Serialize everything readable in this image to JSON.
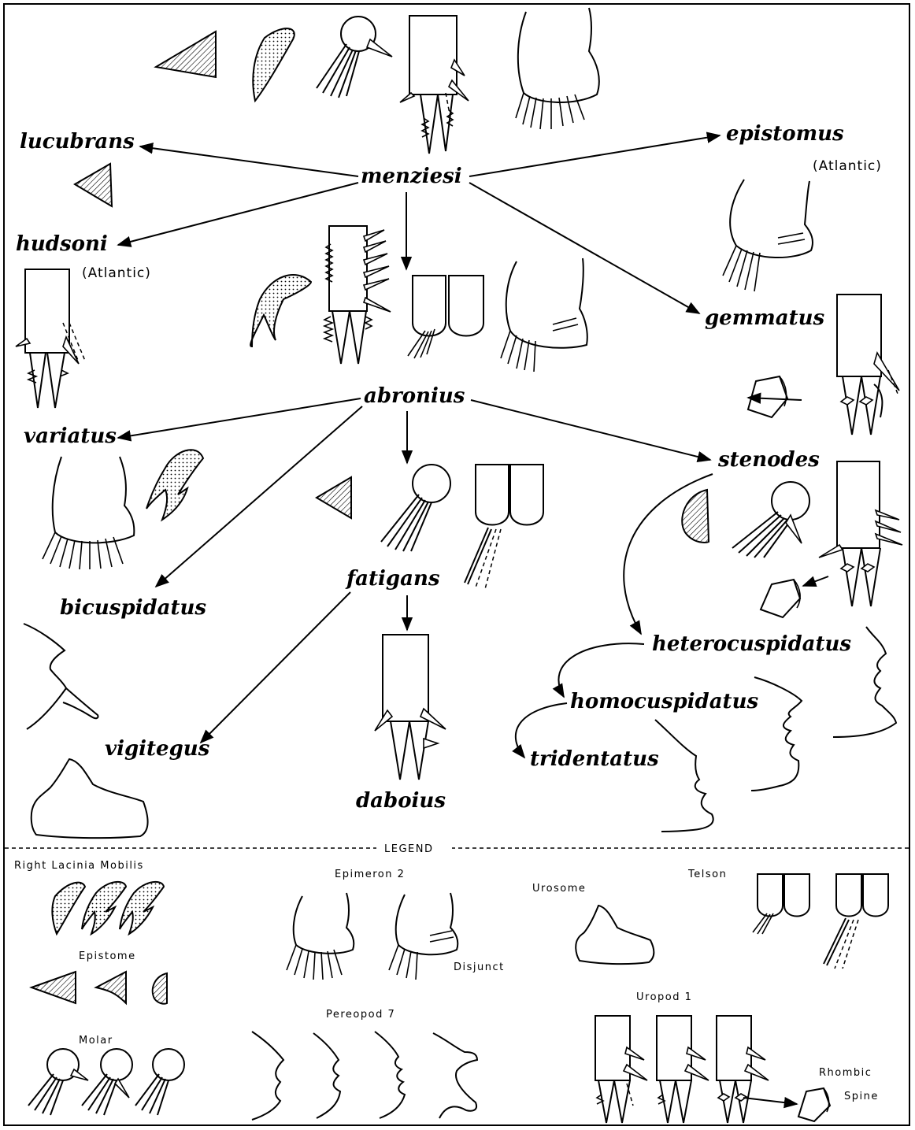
{
  "species": {
    "menziesi": "menziesi",
    "lucubrans": "lucubrans",
    "epistomus": "epistomus",
    "hudsoni": "hudsoni",
    "gemmatus": "gemmatus",
    "abronius": "abronius",
    "variatus": "variatus",
    "stenodes": "stenodes",
    "bicuspidatus": "bicuspidatus",
    "fatigans": "fatigans",
    "heterocuspidatus": "heterocuspidatus",
    "homocuspidatus": "homocuspidatus",
    "tridentatus": "tridentatus",
    "vigitegus": "vigitegus",
    "daboius": "daboius"
  },
  "notes": {
    "epistomus_region": "(Atlantic)",
    "hudsoni_region": "(Atlantic)"
  },
  "legend": {
    "title": "LEGEND",
    "right_lacinia": "Right Lacinia Mobilis",
    "epistome": "Epistome",
    "molar": "Molar",
    "epimeron": "Epimeron 2",
    "disjunct": "Disjunct",
    "pereopod": "Pereopod 7",
    "urosome": "Urosome",
    "telson": "Telson",
    "uropod": "Uropod 1",
    "rhombic1": "Rhombic",
    "rhombic2": "Spine"
  }
}
